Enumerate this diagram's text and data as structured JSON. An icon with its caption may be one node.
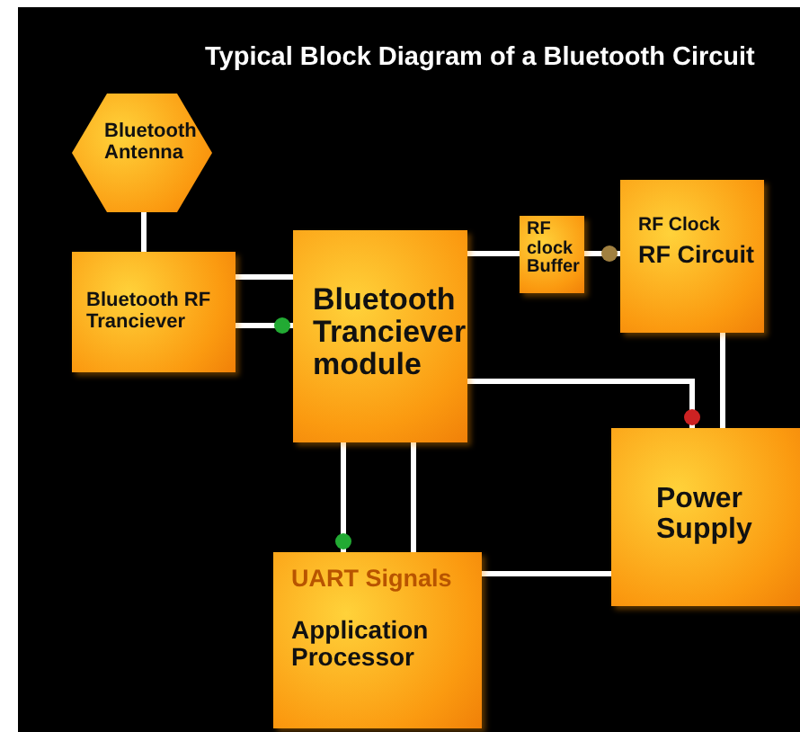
{
  "diagram": {
    "title": "Typical Block Diagram of a Bluetooth Circuit",
    "nodes": [
      {
        "text": [
          "Bluetooth Antenna"
        ]
      },
      {
        "text": [
          "Bluetooth RF Tranciever"
        ]
      },
      {
        "text": [
          "Bluetooth Tranciever module"
        ]
      },
      {
        "text": [
          "RF clock Buffer"
        ]
      },
      {
        "text": [
          "RF Clock",
          "RF Circuit"
        ]
      },
      {
        "text": [
          "Power Supply"
        ]
      },
      {
        "text": [
          "UART Signals",
          "Application Processor"
        ]
      }
    ],
    "edges": [
      {
        "from": 0,
        "to": 1,
        "arrow": "none"
      },
      {
        "from": 1,
        "to": 2,
        "arrow": "none"
      },
      {
        "from": 1,
        "to": 2,
        "arrow": "other"
      },
      {
        "from": 2,
        "to": 3,
        "arrow": "none"
      },
      {
        "from": 3,
        "to": 4,
        "arrow": "other"
      },
      {
        "from": 4,
        "to": 5,
        "arrow": "none"
      },
      {
        "from": 2,
        "to": 5,
        "arrow": "other"
      },
      {
        "from": 2,
        "to": 6,
        "arrow": "other"
      },
      {
        "from": 2,
        "to": 6,
        "arrow": "none"
      },
      {
        "from": 6,
        "to": 5,
        "arrow": "none"
      }
    ]
  }
}
